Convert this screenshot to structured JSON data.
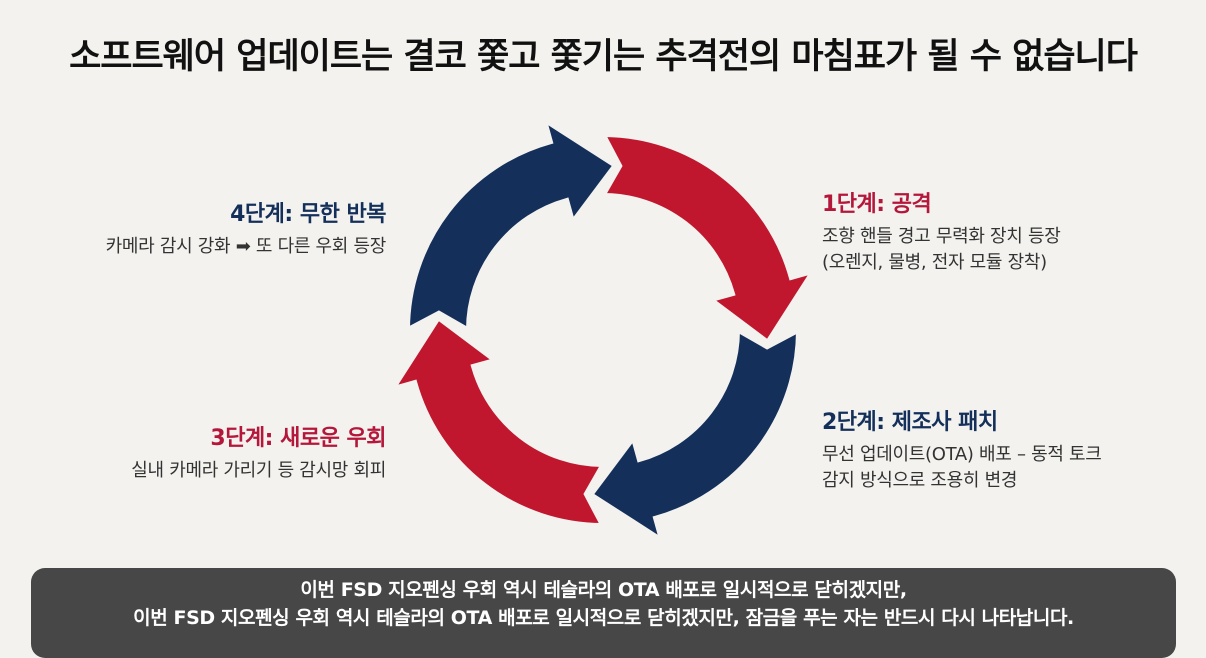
{
  "title": "소프트웨어 업데이트는 결코 쫓고 쫓기는 추격전의 마침표가 될 수 없습니다",
  "colors": {
    "navy": "#14305a",
    "red": "#c0172f",
    "banner": "#474747",
    "background": "#f3f2ef"
  },
  "stages": [
    {
      "id": 1,
      "heading": "1단계: 공격",
      "lines": [
        "조향 핸들 경고 무력화 장치 등장",
        "(오렌지, 물병, 전자 모듈 장착)"
      ],
      "color": "red"
    },
    {
      "id": 2,
      "heading": "2단계: 제조사 패치",
      "lines": [
        "무선 업데이트(OTA) 배포 – 동적 토크",
        "감지 방식으로 조용히 변경"
      ],
      "color": "navy"
    },
    {
      "id": 3,
      "heading": "3단계: 새로운 우회",
      "lines": [
        "실내 카메라 가리기 등 감시망 회피"
      ],
      "color": "red"
    },
    {
      "id": 4,
      "heading": "4단계: 무한 반복",
      "lines": [
        "카메라 감시 강화 ➡ 또 다른 우회 등장"
      ],
      "color": "navy"
    }
  ],
  "cycle_arrows": [
    {
      "name": "arrow-top-left",
      "color": "navy",
      "direction": "clockwise"
    },
    {
      "name": "arrow-top-right",
      "color": "red",
      "direction": "clockwise"
    },
    {
      "name": "arrow-bottom-right",
      "color": "navy",
      "direction": "clockwise"
    },
    {
      "name": "arrow-bottom-left",
      "color": "red",
      "direction": "clockwise"
    }
  ],
  "banner": {
    "line1": "이번 FSD 지오펜싱 우회 역시 테슬라의 OTA 배포로 일시적으로 닫히겠지만,",
    "line2": "이번 FSD 지오펜싱 우회 역시 테슬라의 OTA 배포로 일시적으로 닫히겠지만, 잠금을 푸는 자는 반드시 다시 나타납니다."
  }
}
